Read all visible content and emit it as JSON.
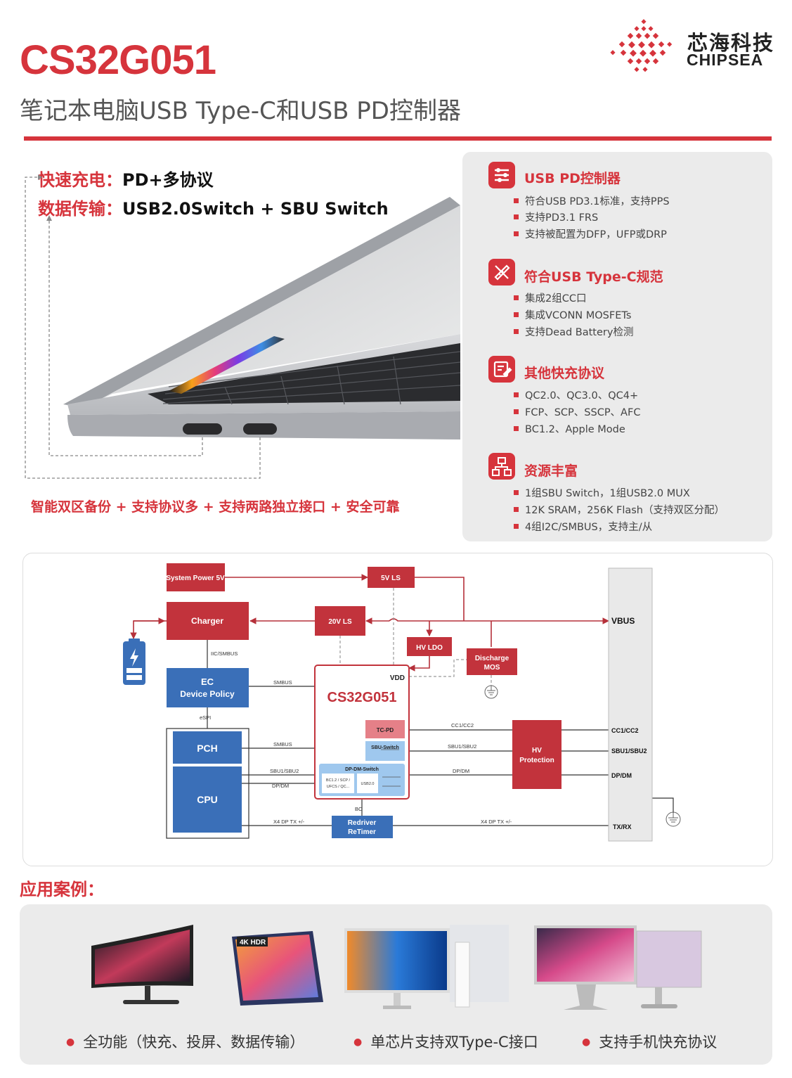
{
  "header": {
    "title": "CS32G051",
    "subtitle": "笔记本电脑USB Type-C和USB PD控制器",
    "logo_cn": "芯海科技",
    "logo_en": "CHIPSEA"
  },
  "features": [
    {
      "label": "快速充电：",
      "value": "PD+多协议"
    },
    {
      "label": "数据传输：",
      "value": "USB2.0Switch + SBU Switch"
    }
  ],
  "slogan": "智能双区备份 + 支持协议多 + 支持两路独立接口 + 安全可靠",
  "panel": {
    "sections": [
      {
        "title": "USB PD控制器",
        "icon": "sliders-icon",
        "items": [
          "符合USB PD3.1标准，支持PPS",
          "支持PD3.1 FRS",
          "支持被配置为DFP，UFP或DRP"
        ]
      },
      {
        "title": "符合USB Type-C规范",
        "icon": "ruler-pencil-icon",
        "items": [
          "集成2组CC口",
          "集成VCONN MOSFETs",
          "支持Dead Battery检测"
        ]
      },
      {
        "title": "其他快充协议",
        "icon": "edit-document-icon",
        "items": [
          "QC2.0、QC3.0、QC4+",
          "FCP、SCP、SSCP、AFC",
          "BC1.2、Apple Mode"
        ]
      },
      {
        "title": "资源丰富",
        "icon": "network-icon",
        "items": [
          "1组SBU Switch，1组USB2.0 MUX",
          "12K SRAM，256K Flash（支持双区分配）",
          "4组I2C/SMBUS，支持主/从"
        ]
      }
    ]
  },
  "diagram": {
    "system_power": "System Power 5V",
    "ls5v": "5V LS",
    "charger": "Charger",
    "ls20v": "20V LS",
    "hvldo": "HV LDO",
    "discharge1": "Discharge",
    "discharge2": "MOS",
    "ec1": "EC",
    "ec2": "Device Policy",
    "iic": "IIC/SMBUS",
    "espi": "eSPI",
    "pch": "PCH",
    "cpu": "CPU",
    "chip": "CS32G051",
    "vdd": "VDD",
    "tcpd": "TC-PD",
    "sbusw": "SBU-Switch",
    "dpdmsw": "DP-DM-Switch",
    "bc1": "BC1.2 / SCP /",
    "bc2": "UFCS / QC...",
    "usb20": "USB2.0",
    "hv1": "HV",
    "hv2": "Protection",
    "redriver1": "Redriver",
    "redriver2": "ReTimer",
    "vbus": "VBUS",
    "cc": "CC1/CC2",
    "sbu": "SBU1/SBU2",
    "dpdm": "DP/DM",
    "txrx": "TX/RX",
    "smbus": "SMBUS",
    "sbu_l": "SBU1/SBU2",
    "dpdm_l": "DP/DM",
    "x4": "X4 DP TX +/-",
    "bc": "BC",
    "cc_l": "CC1/CC2",
    "sbu_r": "SBU1/SBU2",
    "dpdm_r": "DP/DM"
  },
  "applications": {
    "title": "应用案例：",
    "captions": [
      "全功能（快充、投屏、数据传输）",
      "单芯片支持双Type-C接口",
      "支持手机快充协议"
    ],
    "badge": "4K HDR"
  },
  "colors": {
    "red": "#d6343c",
    "blue": "#3a6fb8",
    "panel": "#ebebeb"
  }
}
